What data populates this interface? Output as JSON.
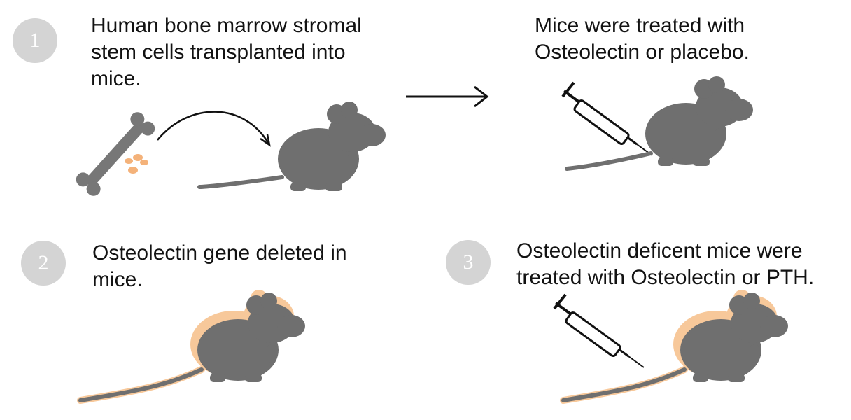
{
  "steps": {
    "one": {
      "number": "1",
      "text": "Human bone marrow stromal\nstem cells transplanted into\nmice."
    },
    "one_b": {
      "text": "Mice were treated with\nOsteolectin or placebo."
    },
    "two": {
      "number": "2",
      "text": "Osteolectin gene deleted in\nmice."
    },
    "three": {
      "number": "3",
      "text": "Osteolectin deficent mice were\ntreated with Osteolectin or PTH."
    }
  },
  "colors": {
    "mouse": "#6f6f6f",
    "highlight": "#f7c89a",
    "cells": "#f4b27a",
    "badge": "#d4d4d4",
    "ink": "#121212"
  },
  "icons": [
    "bone-icon",
    "stem-cells-icon",
    "mouse-icon",
    "syringe-icon",
    "arrow-icon"
  ]
}
